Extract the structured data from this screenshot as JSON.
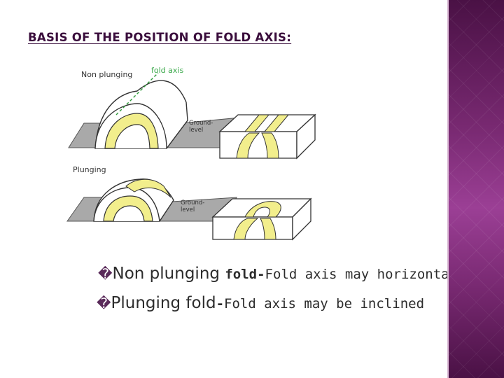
{
  "slide": {
    "title": "BASIS OF THE POSITION OF FOLD AXIS:",
    "figure": {
      "labels": {
        "non_plunging": "Non plunging",
        "fold_axis": "fold axis",
        "ground_level_1a": "Ground-",
        "ground_level_1b": "level",
        "plunging": "Plunging",
        "ground_level_2a": "Ground-",
        "ground_level_2b": "level"
      },
      "colors": {
        "fold_layer": "#f2ee8c",
        "ground_plane": "#a9a9a9",
        "outline": "#333333",
        "fold_axis_line": "#2f9c3b",
        "fold_axis_label": "#3aa84a"
      }
    },
    "bullets": [
      {
        "mark": "�",
        "lead": "Non plunging ",
        "mid": "fold-",
        "rest": "Fold axis may horizontal"
      },
      {
        "mark": "�",
        "lead": "Plunging fold",
        "mid": "-",
        "rest": "Fold axis may be inclined"
      }
    ],
    "colors": {
      "title": "#3a0d3c",
      "side_band": "#7a2a73",
      "text": "#2c2c2c"
    }
  }
}
